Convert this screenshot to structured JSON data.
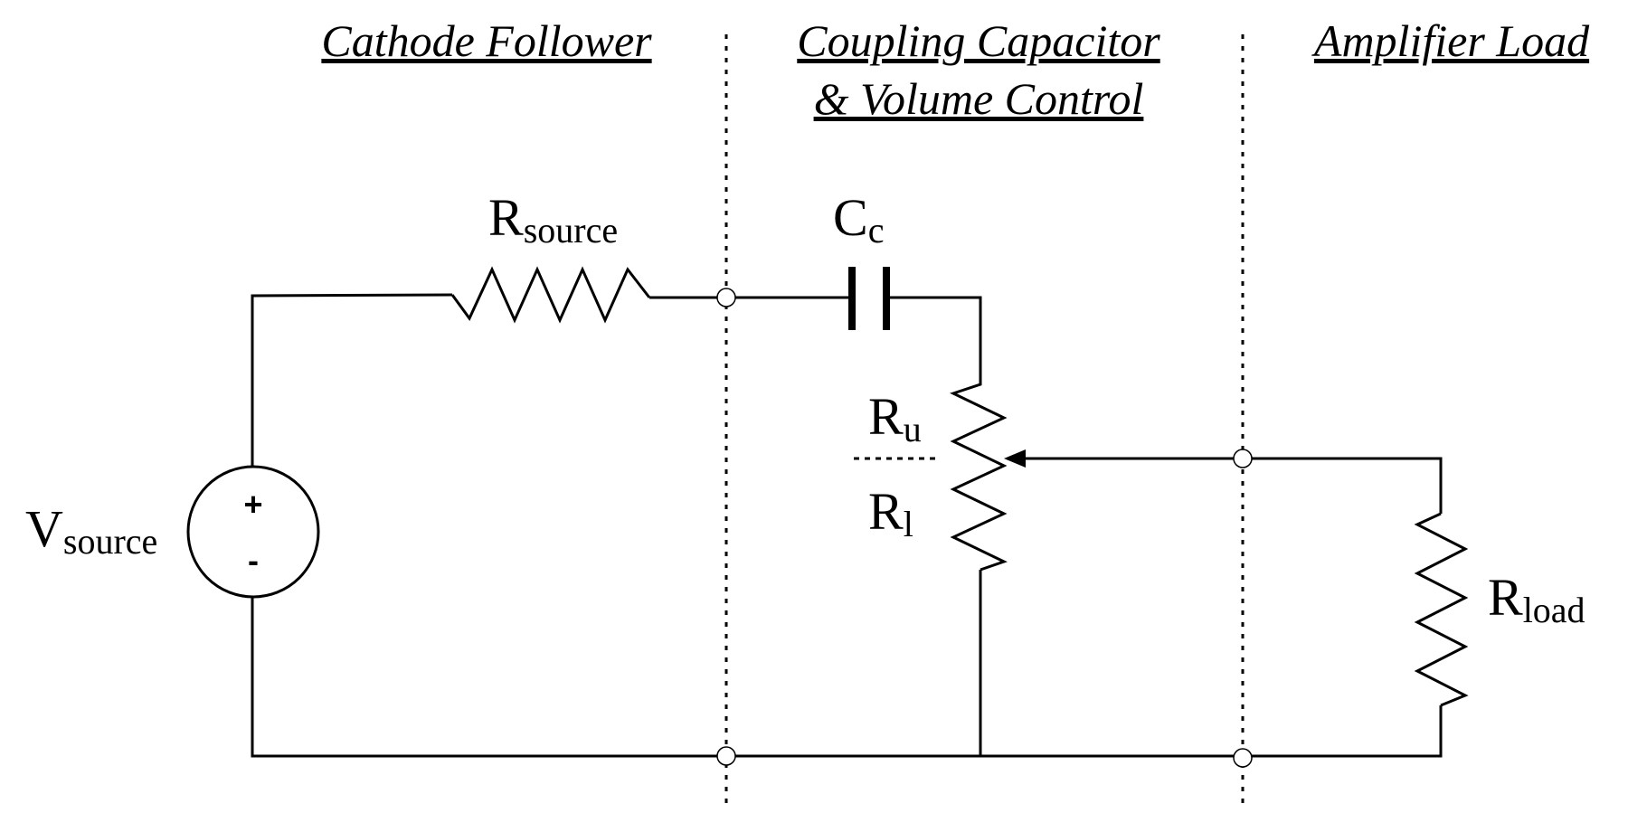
{
  "sections": {
    "cathode_follower": "Cathode Follower",
    "coupling_line1": "Coupling Capacitor",
    "coupling_line2": "& Volume Control",
    "amplifier_load": "Amplifier Load"
  },
  "components": {
    "v_source": {
      "main": "V",
      "sub": "source",
      "plus": "+",
      "minus": "-"
    },
    "r_source": {
      "main": "R",
      "sub": "source"
    },
    "c_coupling": {
      "main": "C",
      "sub": "c"
    },
    "r_upper": {
      "main": "R",
      "sub": "u"
    },
    "r_lower": {
      "main": "R",
      "sub": "l"
    },
    "r_load": {
      "main": "R",
      "sub": "load"
    }
  }
}
